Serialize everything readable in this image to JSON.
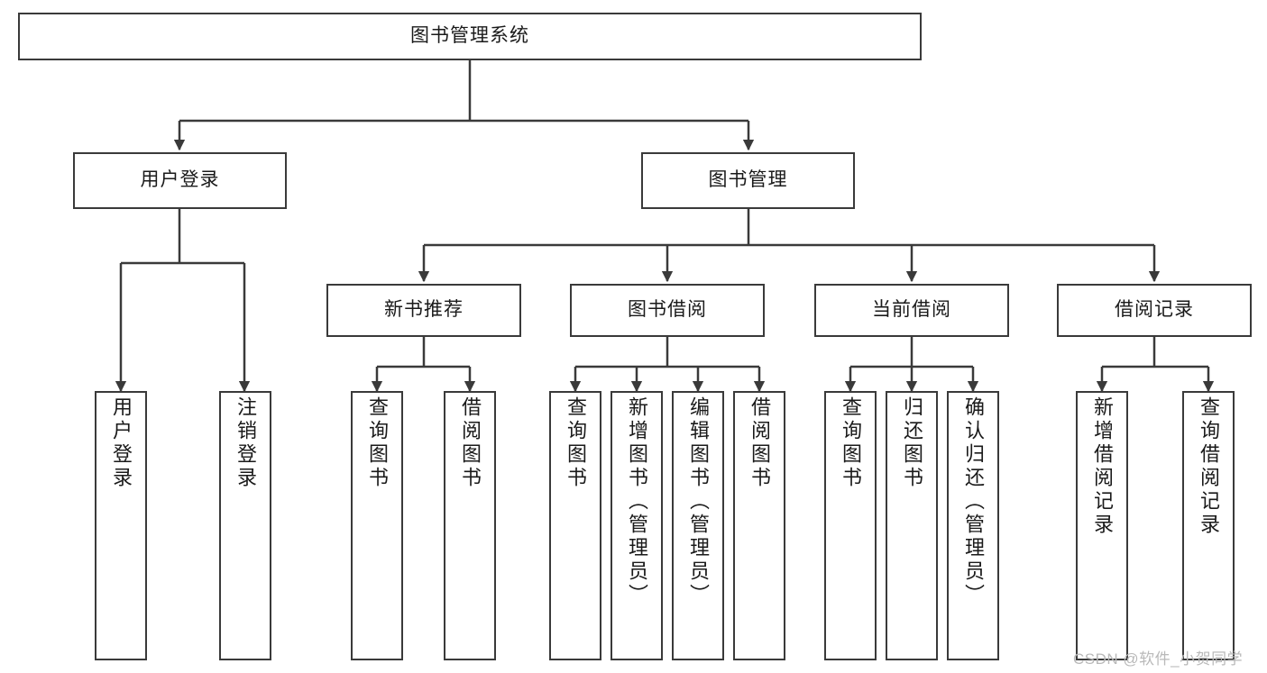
{
  "diagram": {
    "title": "图书管理系统",
    "type": "tree-hierarchy-diagram",
    "colors": {
      "stroke": "#3a3a3a",
      "fill": "#ffffff",
      "text": "#1a1a1a",
      "watermark": "#b9b9b9"
    }
  },
  "root": {
    "label": "图书管理系统"
  },
  "level2": [
    {
      "label": "用户登录"
    },
    {
      "label": "图书管理"
    }
  ],
  "level3": [
    {
      "label": "新书推荐"
    },
    {
      "label": "图书借阅"
    },
    {
      "label": "当前借阅"
    },
    {
      "label": "借阅记录"
    }
  ],
  "leaves": {
    "user_login": [
      {
        "label": "用户登录"
      },
      {
        "label": "注销登录"
      }
    ],
    "new_book_recommend": [
      {
        "label": "查询图书"
      },
      {
        "label": "借阅图书"
      }
    ],
    "book_borrow": [
      {
        "label": "查询图书"
      },
      {
        "label": "新增图书（管理员）"
      },
      {
        "label": "编辑图书（管理员）"
      },
      {
        "label": "借阅图书"
      }
    ],
    "current_borrow": [
      {
        "label": "查询图书"
      },
      {
        "label": "归还图书"
      },
      {
        "label": "确认归还（管理员）"
      }
    ],
    "borrow_record": [
      {
        "label": "新增借阅记录"
      },
      {
        "label": "查询借阅记录"
      }
    ]
  },
  "watermark": {
    "text": "CSDN @软件_小贺同学"
  }
}
